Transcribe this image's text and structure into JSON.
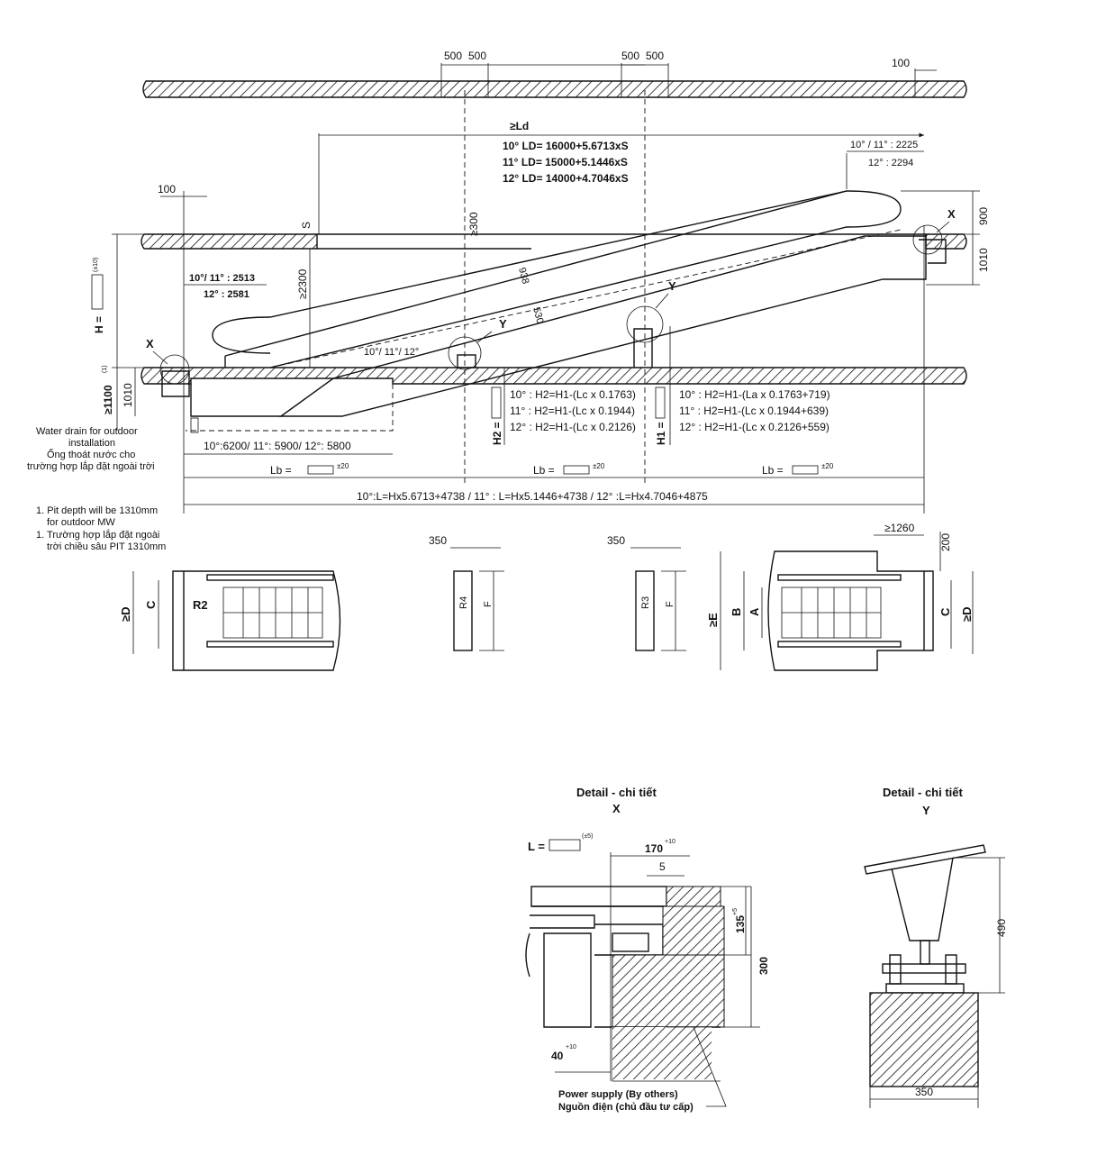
{
  "top_dims": {
    "d500_a": "500",
    "d500_b": "500",
    "d500_c": "500",
    "d500_d": "500",
    "d100_right": "100",
    "d100_left": "100",
    "ld": "≥Ld",
    "ld10": "10° LD= 16000+5.6713xS",
    "ld11": "11° LD= 15000+5.1446xS",
    "ld12": "12° LD= 14000+4.7046xS",
    "top_r1": "10° / 11° : 2225",
    "top_r2": "12° : 2294",
    "d900": "900",
    "d1010_right": "1010",
    "s": "S",
    "ge300": "≥300",
    "ge2300": "≥2300",
    "d938": "938",
    "d530": "530",
    "angle": "10°/ 11°/ 12°",
    "low_l1": "10°/ 11° : 2513",
    "low_l2": "12° : 2581",
    "h_label": "H =",
    "h_tol": "(±10)",
    "ge1100": "≥1100",
    "ge1100_note": "(1)",
    "d1010_left": "1010"
  },
  "markers": {
    "x": "X",
    "y": "Y"
  },
  "h2_block": {
    "label": "H2 =",
    "l10": "10° : H2=H1-(Lc x 0.1763)",
    "l11": "11° : H2=H1-(Lc x 0.1944)",
    "l12": "12° : H2=H1-(Lc x 0.2126)"
  },
  "h1_block": {
    "label": "H1 =",
    "l10": "10° : H2=H1-(La x 0.1763+719)",
    "l11": "11° : H2=H1-(Lc x 0.1944+639)",
    "l12": "12° : H2=H1-(Lc x 0.2126+559)"
  },
  "drain": {
    "l1": "Water drain for outdoor",
    "l2": "installation",
    "l3": "Ống thoát nước cho",
    "l4": "trường hợp lắp đặt ngoài trời"
  },
  "pit_len": "10°:6200/ 11°: 5900/ 12°: 5800",
  "lb": {
    "label": "Lb =",
    "tol": "±20"
  },
  "total_len": "10°:L=Hx5.6713+4738 / 11° : L=Hx5.1446+4738 / 12° :L=Hx4.7046+4875",
  "notes": {
    "n1a": "1. Pit depth will be 1310mm",
    "n1b": "for outdoor MW",
    "n2a": "1. Trường hợp lắp đặt ngoài",
    "n2b": "trời chiều sâu PIT 1310mm"
  },
  "plan": {
    "ge_d": "≥D",
    "c": "C",
    "r2": "R2",
    "d350a": "350",
    "r4": "R4",
    "f1": "F",
    "d350b": "350",
    "r3": "R3",
    "f2": "F",
    "ge1260": "≥1260",
    "d200": "200",
    "ge_e": "≥E",
    "b": "B",
    "a": "A",
    "c2": "C",
    "ge_d2": "≥D"
  },
  "detail_x": {
    "title": "Detail - chi tiết",
    "letter": "X",
    "l_label": "L =",
    "l_tol": "(±5)",
    "d170": "170",
    "d170_tol": "+10",
    "d5": "5",
    "d135": "135",
    "d135_tol": "+5",
    "d300": "300",
    "d40": "40",
    "d40_tol": "+10",
    "power1": "Power supply (By others)",
    "power2": "Nguồn điện (chủ đầu tư cấp)"
  },
  "detail_y": {
    "title": "Detail - chi tiết",
    "letter": "Y",
    "d490": "490",
    "d350": "350"
  }
}
